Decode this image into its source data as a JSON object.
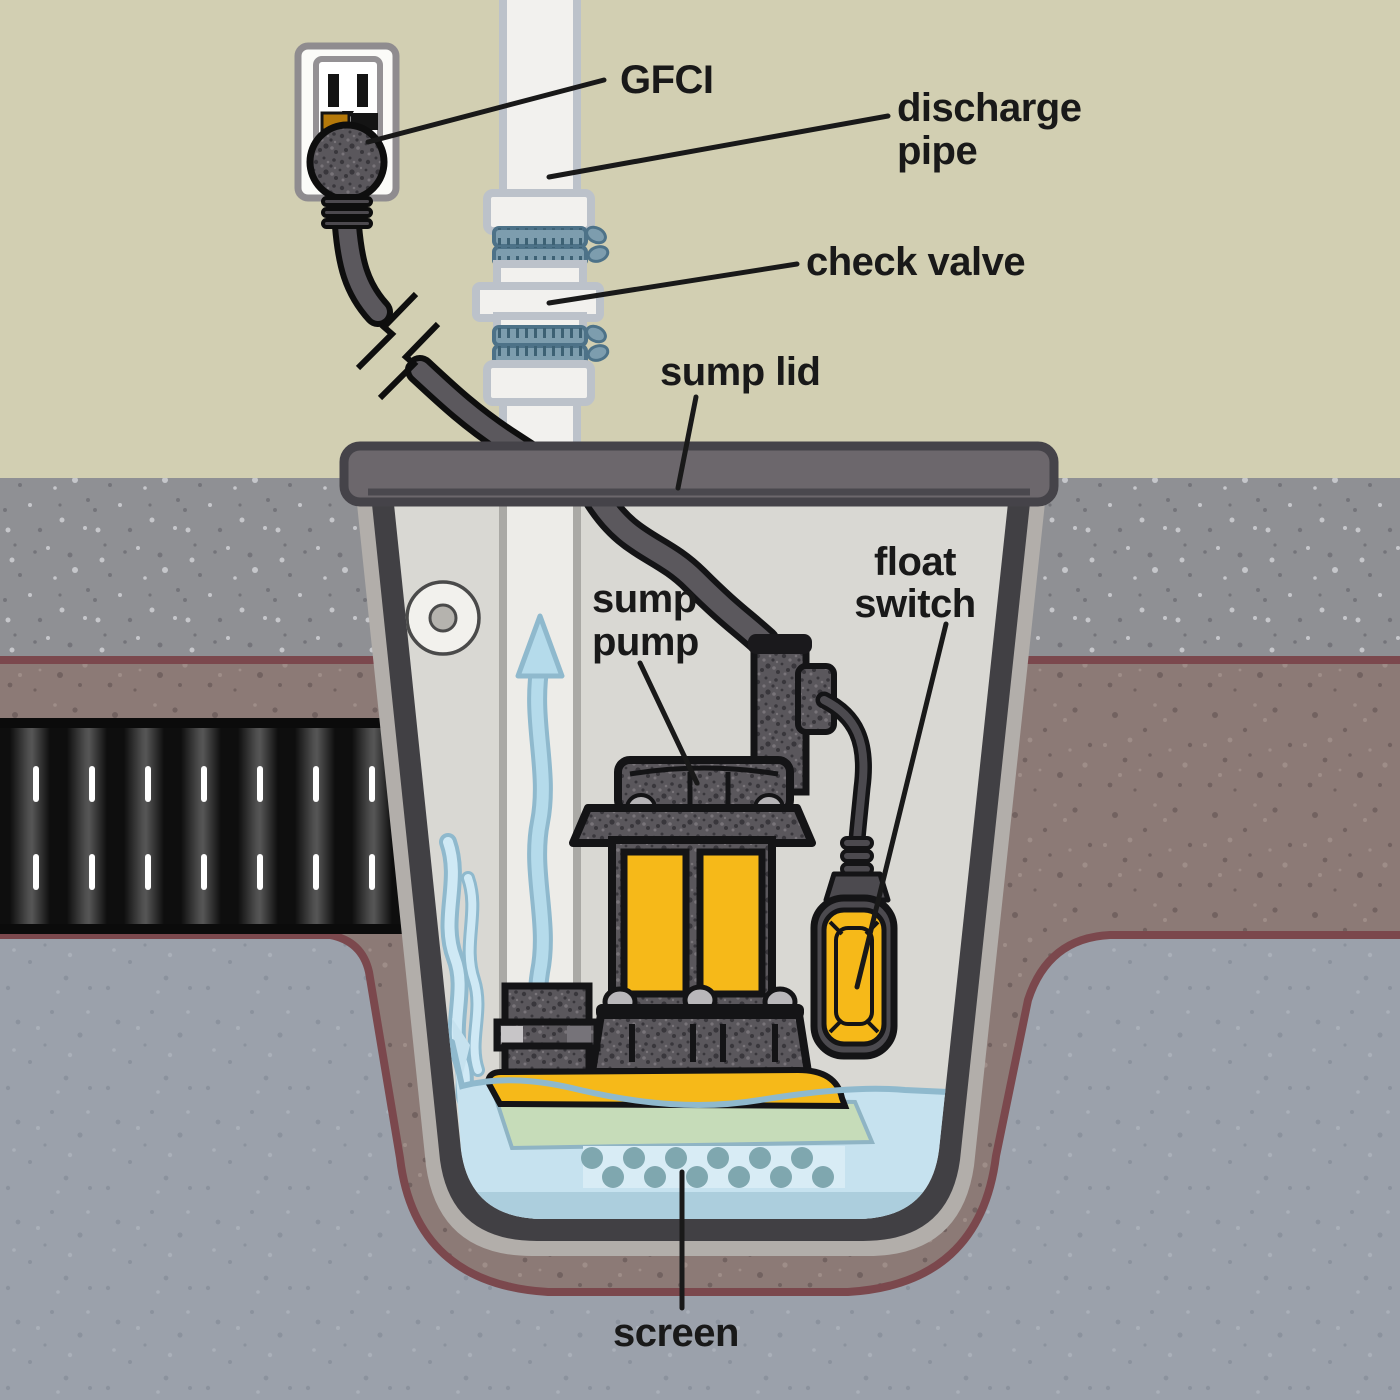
{
  "diagram": {
    "subject": "sump-pump-installation-cutaway",
    "labels": {
      "gfci": {
        "text": "GFCI"
      },
      "discharge_pipe": {
        "line1": "discharge",
        "line2": "pipe"
      },
      "check_valve": {
        "text": "check valve"
      },
      "sump_lid": {
        "text": "sump lid"
      },
      "sump_pump": {
        "line1": "sump",
        "line2": "pump"
      },
      "float_switch": {
        "line1": "float",
        "line2": "switch"
      },
      "screen": {
        "text": "screen"
      }
    }
  },
  "colors": {
    "wall": "#d2cfb2",
    "concrete": "#8f9094",
    "earth": "#8c7a76",
    "soil": "#9ba1ab",
    "maroon": "#7b484d",
    "pitband": "#b2aeaa",
    "pitwall": "#414044",
    "pitfill": "#d9d8d3",
    "lid": "#6c676c",
    "lidline": "#454349",
    "pipe_fill": "#f2f1ee",
    "pipe_edge": "#bcc2ca",
    "clamp": "#7d9dae",
    "clamp_dark": "#4d7288",
    "yellow": "#f6b919",
    "amber": "#b5790a",
    "water": "#c6e2ef",
    "waterline": "#8fb9cd",
    "water_deep": "#accedd",
    "stream": "#b5dbeb",
    "screen_bg": "#d8ecf5",
    "screen_dots": "#7fa7af",
    "pad_green": "#c6dcb9",
    "cord": "#5b585d",
    "ink": "#191919"
  }
}
